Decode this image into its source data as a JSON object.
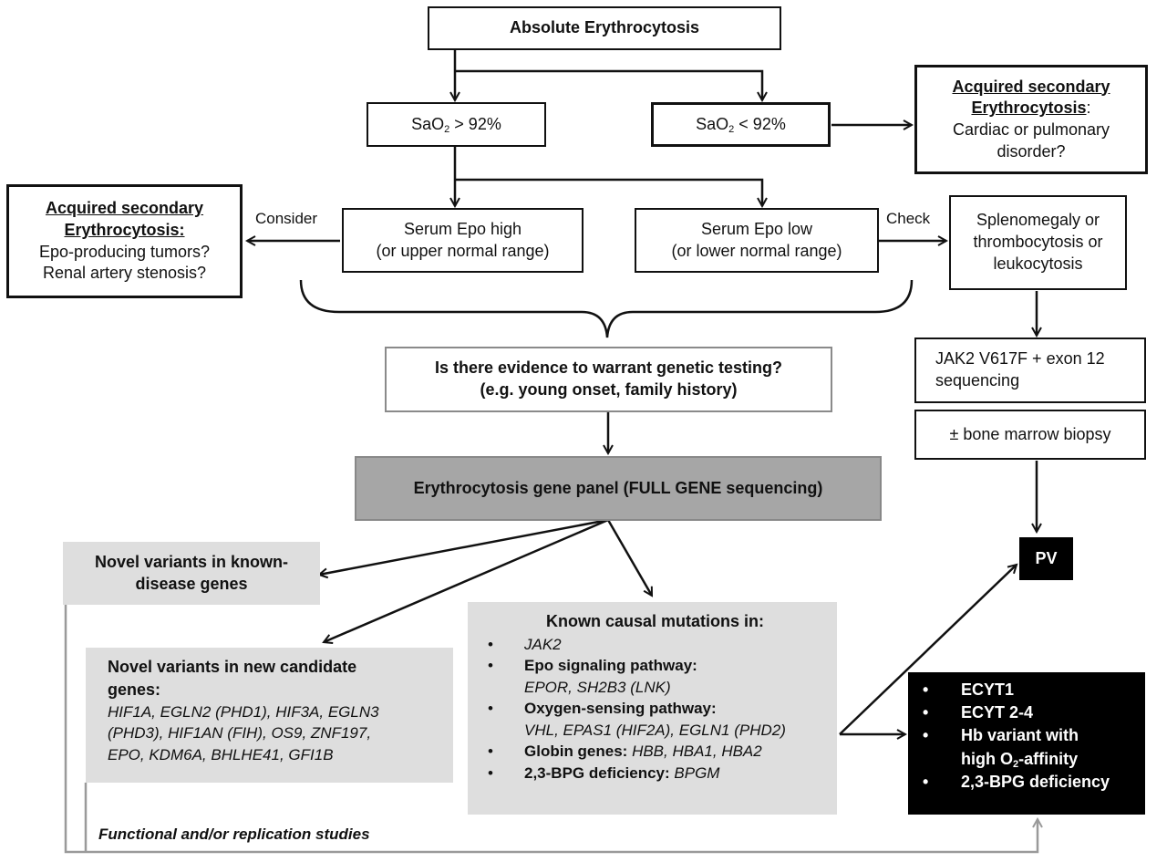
{
  "flow": {
    "absolute": "Absolute Erythrocytosis",
    "sao2_high": {
      "pre": "SaO",
      "sub": "2",
      "post": " > 92%"
    },
    "sao2_low": {
      "pre": "SaO",
      "sub": "2",
      "post": " < 92%"
    },
    "acq_pulmonary": {
      "title_line1": "Acquired secondary",
      "title_line2": "Erythrocytosis",
      "colon": ":",
      "line1": "Cardiac or pulmonary",
      "line2": "disorder?"
    },
    "acq_tumor": {
      "title_line1": "Acquired secondary",
      "title_line2": "Erythrocytosis:",
      "line1": "Epo-producing tumors?",
      "line2": "Renal artery stenosis?"
    },
    "consider_label": "Consider",
    "check_label": "Check",
    "epo_high": {
      "line1": "Serum Epo high",
      "line2": "(or upper normal range)"
    },
    "epo_low": {
      "line1": "Serum Epo low",
      "line2": "(or lower normal range)"
    },
    "spleno": {
      "line1": "Splenomegaly or",
      "line2": "thrombocytosis or",
      "line3": "leukocytosis"
    },
    "evidence": {
      "line1": "Is there evidence to warrant genetic testing?",
      "line2": "(e.g. young onset, family history)"
    },
    "jak2": {
      "line1": "JAK2 V617F + exon 12",
      "line2": "sequencing"
    },
    "biopsy": "± bone marrow biopsy",
    "panel": "Erythrocytosis gene panel (FULL GENE sequencing)",
    "pv": "PV",
    "novel_known": {
      "line1": "Novel variants in known-",
      "line2": "disease genes"
    },
    "novel_new": {
      "title_line1": "Novel variants in new candidate",
      "title_line2": "genes:",
      "genes_line1": "HIF1A, EGLN2 (PHD1), HIF3A, EGLN3",
      "genes_line2": "(PHD3), HIF1AN (FIH), OS9, ZNF197,",
      "genes_line3": "EPO, KDM6A, BHLHE41, GFI1B"
    },
    "known_causal": {
      "title": "Known causal mutations in:",
      "jak2": "JAK2",
      "epo_path_title": "Epo signaling pathway:",
      "epo_path_genes": "EPOR, SH2B3 (LNK)",
      "oxy_title": "Oxygen-sensing pathway:",
      "oxy_genes": "VHL, EPAS1 (HIF2A), EGLN1 (PHD2)",
      "globin_title": "Globin genes: ",
      "globin_genes": "HBB, HBA1, HBA2",
      "bpg_title": "2,3-BPG deficiency: ",
      "bpg_gene": "BPGM"
    },
    "ecyt": {
      "item1": "ECYT1",
      "item2": "ECYT 2-4",
      "item3_line1": "Hb variant with",
      "item3_line2_pre": "high O",
      "item3_line2_sub": "2",
      "item3_line2_post": "-affinity",
      "item4": "2,3-BPG deficiency"
    },
    "functional": "Functional and/or replication studies"
  }
}
